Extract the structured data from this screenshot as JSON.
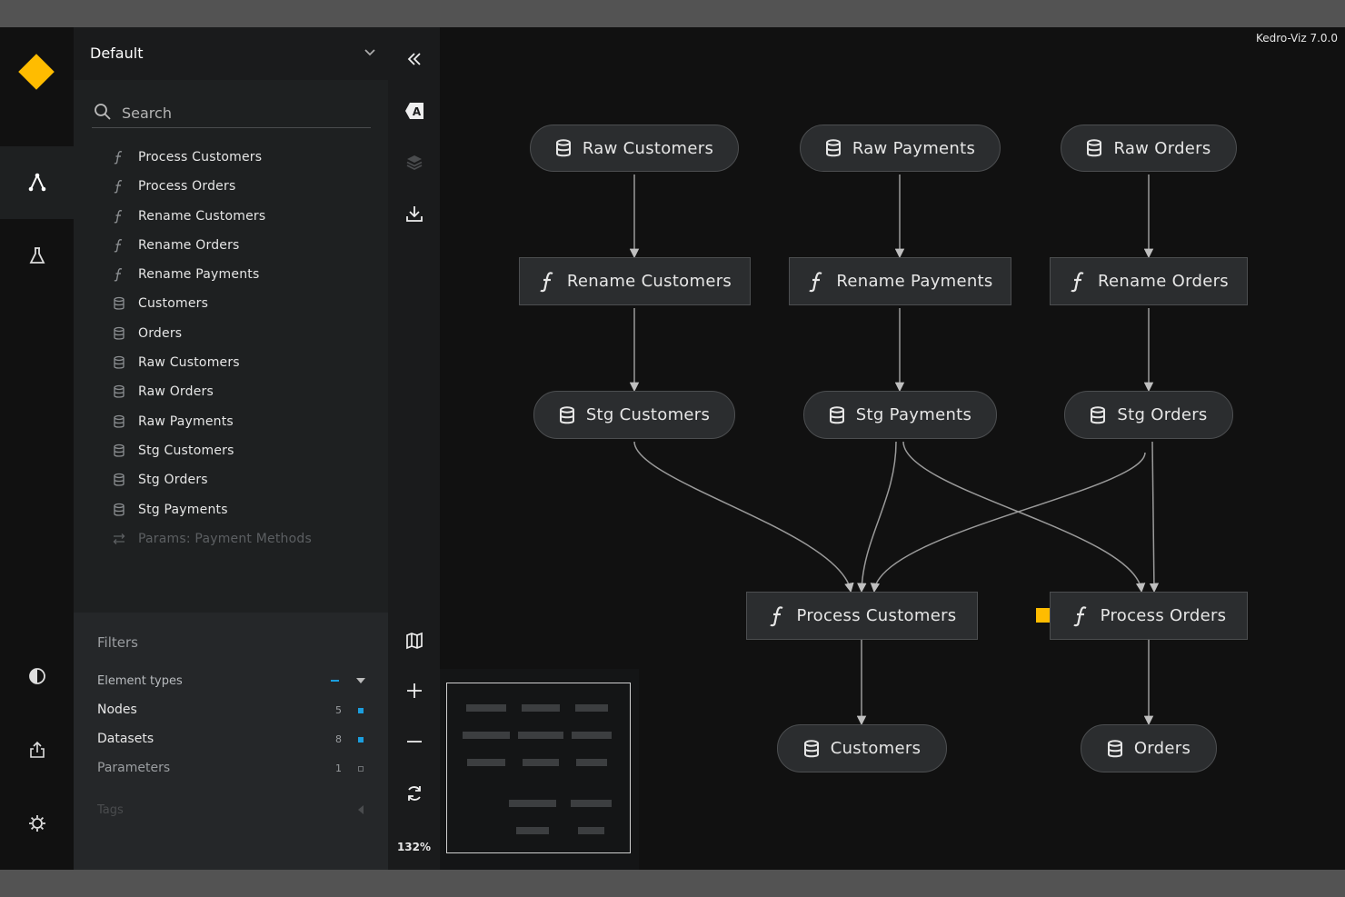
{
  "version": "Kedro-Viz 7.0.0",
  "pipeline": {
    "selected": "Default"
  },
  "search": {
    "placeholder": "Search"
  },
  "node_list": [
    {
      "label": "Process Customers",
      "icon": "function-icon"
    },
    {
      "label": "Process Orders",
      "icon": "function-icon"
    },
    {
      "label": "Rename Customers",
      "icon": "function-icon"
    },
    {
      "label": "Rename Orders",
      "icon": "function-icon"
    },
    {
      "label": "Rename Payments",
      "icon": "function-icon"
    },
    {
      "label": "Customers",
      "icon": "dataset-icon"
    },
    {
      "label": "Orders",
      "icon": "dataset-icon"
    },
    {
      "label": "Raw Customers",
      "icon": "dataset-icon"
    },
    {
      "label": "Raw Orders",
      "icon": "dataset-icon"
    },
    {
      "label": "Raw Payments",
      "icon": "dataset-icon"
    },
    {
      "label": "Stg Customers",
      "icon": "dataset-icon"
    },
    {
      "label": "Stg Orders",
      "icon": "dataset-icon"
    },
    {
      "label": "Stg Payments",
      "icon": "dataset-icon"
    },
    {
      "label": "Params: Payment Methods",
      "icon": "parameters-icon",
      "faded": true
    }
  ],
  "filters": {
    "title": "Filters",
    "group_label": "Element types",
    "rows": [
      {
        "name": "Nodes",
        "count": "5",
        "checked": true
      },
      {
        "name": "Datasets",
        "count": "8",
        "checked": true
      },
      {
        "name": "Parameters",
        "count": "1",
        "checked": false
      }
    ],
    "tags_label": "Tags"
  },
  "toolbar": {
    "zoom": "132%"
  },
  "graph": {
    "nodes": {
      "raw_customers": "Raw Customers",
      "raw_payments": "Raw Payments",
      "raw_orders": "Raw Orders",
      "rename_customers": "Rename Customers",
      "rename_payments": "Rename Payments",
      "rename_orders": "Rename Orders",
      "stg_customers": "Stg Customers",
      "stg_payments": "Stg Payments",
      "stg_orders": "Stg Orders",
      "process_customers": "Process Customers",
      "process_orders": "Process Orders",
      "customers": "Customers",
      "orders": "Orders"
    }
  },
  "colors": {
    "accent": "#ffbc00",
    "filter_active": "#1b9ede",
    "background": "#111111"
  }
}
